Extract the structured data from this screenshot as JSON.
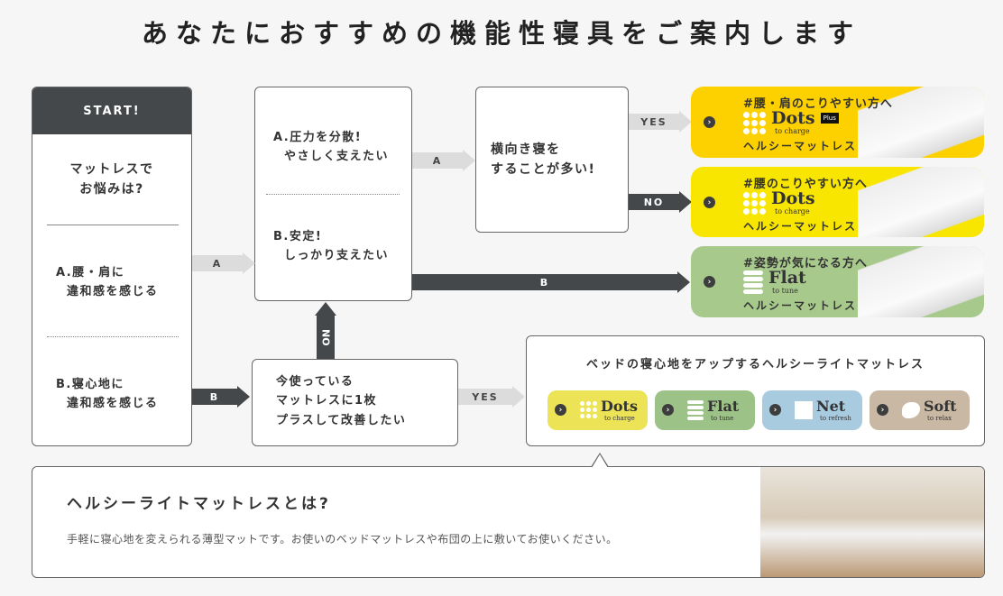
{
  "title": "あなたにおすすめの機能性寝具をご案内します",
  "start": {
    "label": "START!",
    "question": "マットレスで\nお悩みは?",
    "option_a": "A.腰・肩に\n  違和感を感じる",
    "option_b": "B.寝心地に\n  違和感を感じる"
  },
  "q2": {
    "option_a": "A.圧力を分散!\n  やさしく支えたい",
    "option_b": "B.安定!\n  しっかり支えたい"
  },
  "q3": {
    "text": "横向き寝を\nすることが多い!"
  },
  "q4": {
    "text": "今使っている\nマットレスに1枚\nプラスして改善したい"
  },
  "arrows": {
    "a1": "A",
    "b1": "B",
    "a2": "A",
    "b2": "B",
    "yes1": "YES",
    "no1": "NO",
    "no_up": "NO",
    "yes2": "YES"
  },
  "products": [
    {
      "tag": "#腰・肩のこりやすい方へ",
      "logo": "Dots",
      "badge": "Plus",
      "sub": "to charge",
      "type": "ヘルシーマットレス",
      "color": "#fdd000"
    },
    {
      "tag": "#腰のこりやすい方へ",
      "logo": "Dots",
      "sub": "to charge",
      "type": "ヘルシーマットレス",
      "color": "#f8e500"
    },
    {
      "tag": "#姿勢が気になる方へ",
      "logo": "Flat",
      "sub": "to tune",
      "type": "ヘルシーマットレス",
      "color": "#a8c98c"
    }
  ],
  "light": {
    "title": "ベッドの寝心地をアップするヘルシーライトマットレス",
    "items": [
      {
        "logo": "Dots",
        "sub": "to charge",
        "color": "#ece456"
      },
      {
        "logo": "Flat",
        "sub": "to tune",
        "color": "#9dc287"
      },
      {
        "logo": "Net",
        "sub": "to refresh",
        "color": "#a9cbe0"
      },
      {
        "logo": "Soft",
        "sub": "to relax",
        "color": "#c9b9a4"
      }
    ]
  },
  "info": {
    "heading": "ヘルシーライトマットレスとは?",
    "body": "手軽に寝心地を変えられる薄型マットです。お使いのベッドマットレスや布団の上に敷いてお使いください。"
  }
}
